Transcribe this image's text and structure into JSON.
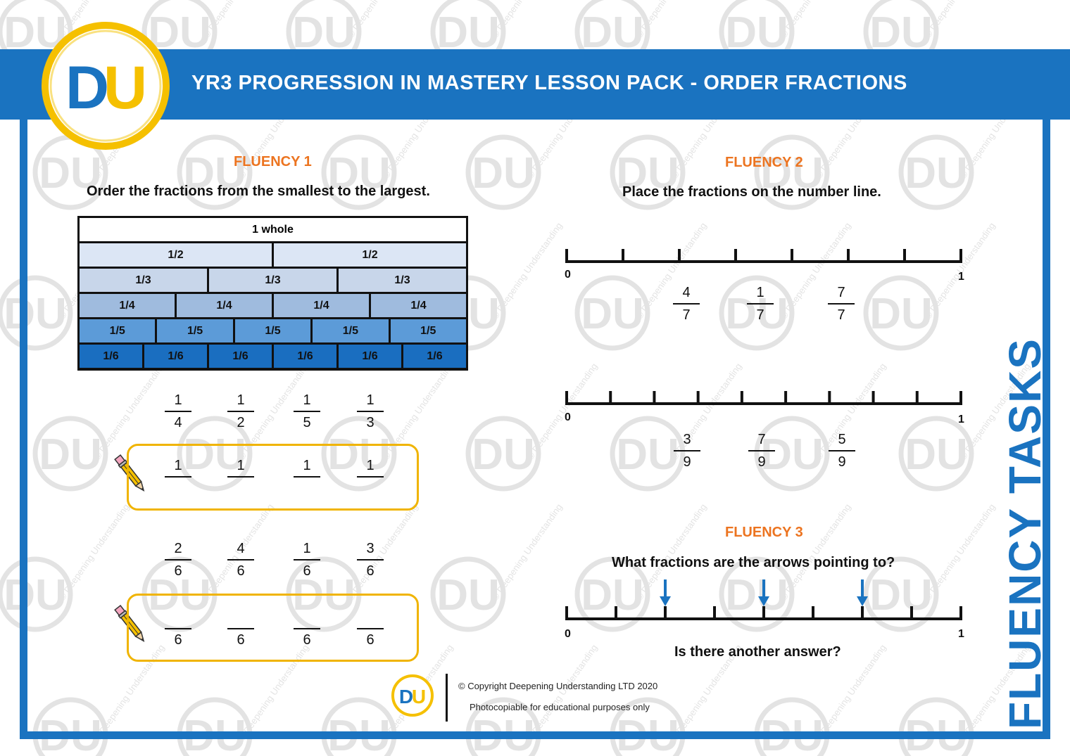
{
  "header": {
    "title": "YR3 PROGRESSION IN MASTERY LESSON PACK - ORDER FRACTIONS",
    "logo_text": "DU"
  },
  "watermark": {
    "logo_text": "DU",
    "text": "© Deepening Understanding"
  },
  "side_title": "FLUENCY TASKS",
  "fluency1": {
    "heading": "FLUENCY 1",
    "instruction": "Order the fractions from the smallest to the largest.",
    "wall": {
      "whole_label": "1 whole",
      "rows": [
        {
          "denominator": 2,
          "label": "1/2",
          "color": "#dce6f5"
        },
        {
          "denominator": 3,
          "label": "1/3",
          "color": "#c8d6ea"
        },
        {
          "denominator": 4,
          "label": "1/4",
          "color": "#9fbbde"
        },
        {
          "denominator": 5,
          "label": "1/5",
          "color": "#5c9bd8"
        },
        {
          "denominator": 6,
          "label": "1/6",
          "color": "#1a6ec0"
        }
      ]
    },
    "set_a": {
      "fractions": [
        {
          "num": "1",
          "den": "4"
        },
        {
          "num": "1",
          "den": "2"
        },
        {
          "num": "1",
          "den": "5"
        },
        {
          "num": "1",
          "den": "3"
        }
      ],
      "answers": [
        {
          "num": "1",
          "den": ""
        },
        {
          "num": "1",
          "den": ""
        },
        {
          "num": "1",
          "den": ""
        },
        {
          "num": "1",
          "den": ""
        }
      ]
    },
    "set_b": {
      "fractions": [
        {
          "num": "2",
          "den": "6"
        },
        {
          "num": "4",
          "den": "6"
        },
        {
          "num": "1",
          "den": "6"
        },
        {
          "num": "3",
          "den": "6"
        }
      ],
      "answers": [
        {
          "num": "",
          "den": "6"
        },
        {
          "num": "",
          "den": "6"
        },
        {
          "num": "",
          "den": "6"
        },
        {
          "num": "",
          "den": "6"
        }
      ]
    }
  },
  "fluency2": {
    "heading": "FLUENCY 2",
    "instruction": "Place the fractions on the number line.",
    "line1": {
      "start": "0",
      "end": "1",
      "divisions": 7,
      "fractions": [
        {
          "num": "4",
          "den": "7"
        },
        {
          "num": "1",
          "den": "7"
        },
        {
          "num": "7",
          "den": "7"
        }
      ]
    },
    "line2": {
      "start": "0",
      "end": "1",
      "divisions": 9,
      "fractions": [
        {
          "num": "3",
          "den": "9"
        },
        {
          "num": "7",
          "den": "9"
        },
        {
          "num": "5",
          "den": "9"
        }
      ]
    }
  },
  "fluency3": {
    "heading": "FLUENCY 3",
    "instruction": "What fractions are the arrows pointing to?",
    "line": {
      "start": "0",
      "end": "1",
      "divisions": 8,
      "arrow_positions": [
        2,
        4,
        6
      ]
    },
    "arrow_color": "#1a73c0",
    "followup": "Is there another answer?"
  },
  "footer": {
    "copyright": "© Copyright Deepening Understanding LTD 2020",
    "note": "Photocopiable for educational purposes only"
  },
  "colors": {
    "brand_blue": "#1a73c0",
    "brand_yellow": "#f5c000",
    "heading_orange": "#ec7420"
  }
}
